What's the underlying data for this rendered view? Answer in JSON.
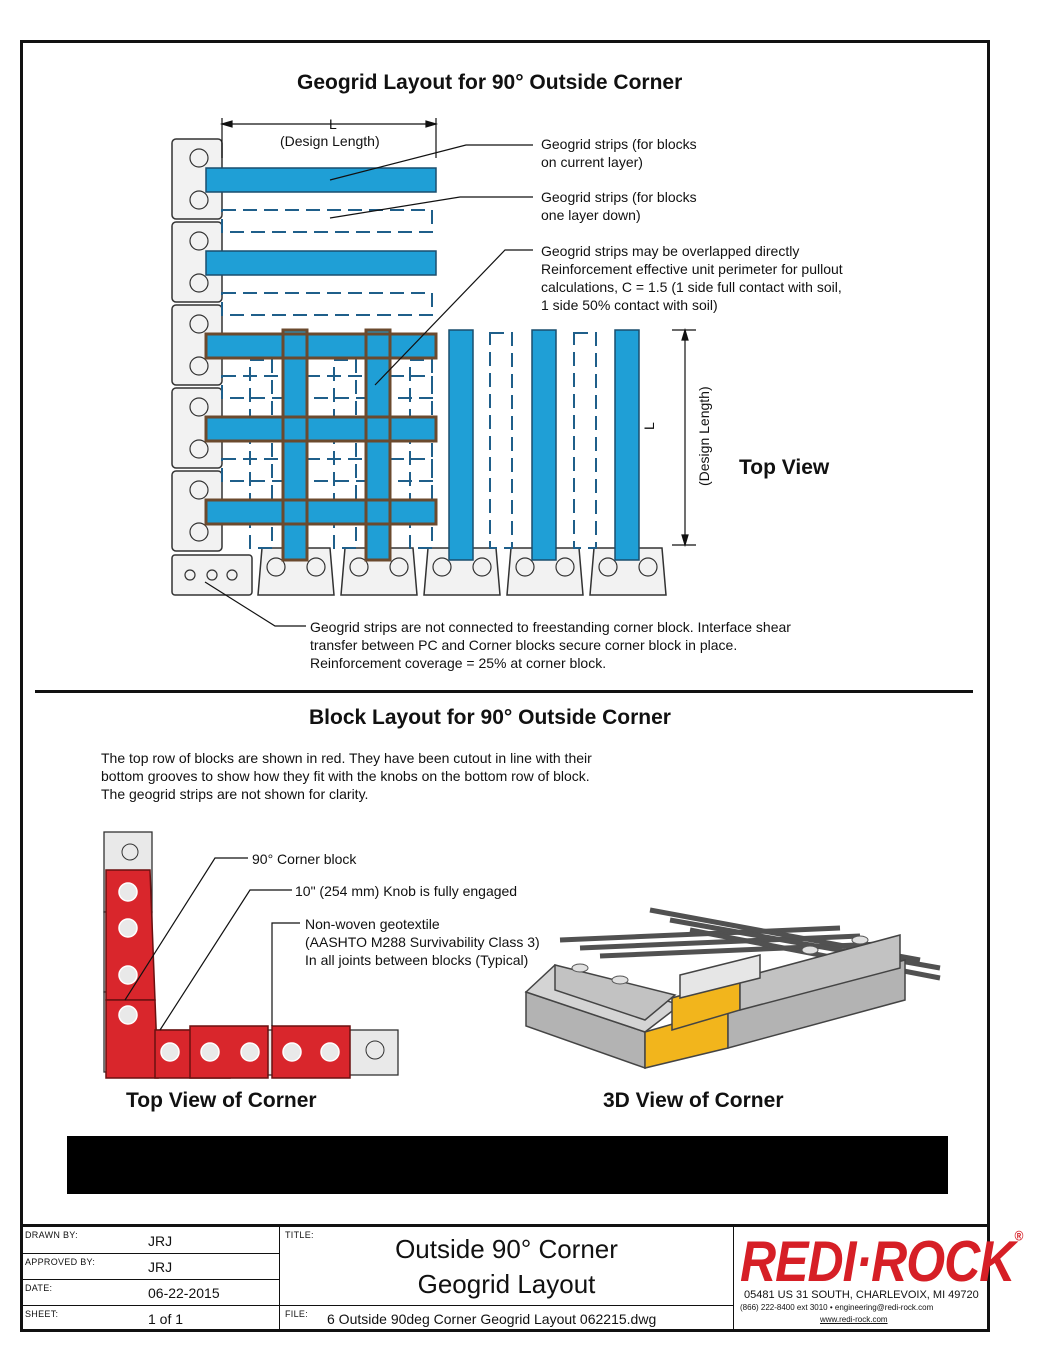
{
  "top_section": {
    "title": "Geogrid Layout for 90° Outside Corner",
    "dim_horizontal": {
      "symbol": "L",
      "caption": "(Design Length)"
    },
    "dim_vertical": {
      "symbol": "L",
      "caption": "(Design Length)"
    },
    "callout_current_layer": "Geogrid strips (for blocks\non current layer)",
    "callout_layer_down": "Geogrid strips (for blocks\none layer down)",
    "callout_overlap": "Geogrid strips may be overlapped directly\nReinforcement effective unit perimeter for pullout\ncalculations, C = 1.5 (1 side full contact with soil,\n1 side 50% contact with soil)",
    "view_label": "Top View",
    "corner_note": "Geogrid strips are not connected to freestanding corner block.  Interface shear\ntransfer between PC and Corner blocks secure corner block in place.\nReinforcement coverage = 25% at corner block."
  },
  "bottom_section": {
    "title": "Block Layout for 90° Outside Corner",
    "description": "The top row of blocks are shown in red. They have been cutout in line with their\nbottom grooves to show how they fit with the knobs on the bottom row of block.\nThe geogrid strips are not shown for clarity.",
    "callout_corner_block": "90° Corner block",
    "callout_knob": "10\" (254 mm) Knob is fully engaged",
    "callout_geotextile": "Non-woven geotextile\n(AASHTO M288 Survivability Class 3)\nIn all joints between blocks (Typical)",
    "left_view_label": "Top View of Corner",
    "right_view_label": "3D View of Corner"
  },
  "title_block": {
    "drawn_by_label": "DRAWN BY:",
    "drawn_by": "JRJ",
    "approved_by_label": "APPROVED BY:",
    "approved_by": "JRJ",
    "date_label": "DATE:",
    "date": "06-22-2015",
    "sheet_label": "SHEET:",
    "sheet": "1 of 1",
    "title_label": "TITLE:",
    "title_line1": "Outside 90° Corner",
    "title_line2": "Geogrid Layout",
    "file_label": "FILE:",
    "file": "6 Outside 90deg Corner Geogrid Layout 062215.dwg"
  },
  "company": {
    "logo_text": "REDI·ROCK",
    "registered": "®",
    "address": "05481 US 31 SOUTH, CHARLEVOIX, MI 49720",
    "contact": "(866) 222-8400 ext 3010  •  engineering@redi-rock.com",
    "website": "www.redi-rock.com"
  },
  "colors": {
    "geogrid_blue": "#1f9fd6",
    "top_row_red": "#d9262c",
    "corner_yellow": "#f2b51c",
    "block_gray": "#b3b3b3",
    "block_brown_outline": "#6b4a2e",
    "logo_red": "#d61f26"
  }
}
